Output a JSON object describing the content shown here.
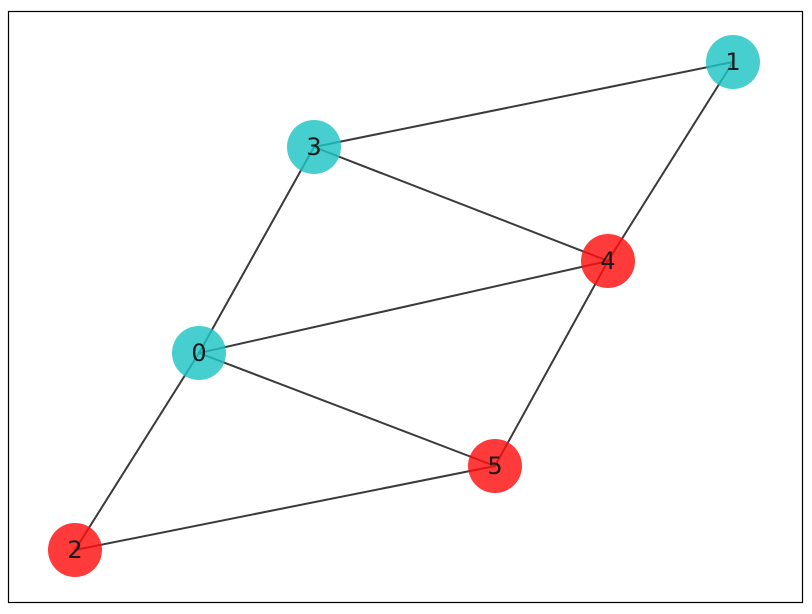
{
  "graph": {
    "colors": {
      "teal": "#1fc4c4",
      "red": "#ff0f0f",
      "edge": "#3a3a3a",
      "frame": "#000000"
    },
    "nodes": [
      {
        "id": "0",
        "label": "0",
        "color": "teal"
      },
      {
        "id": "1",
        "label": "1",
        "color": "teal"
      },
      {
        "id": "2",
        "label": "2",
        "color": "red"
      },
      {
        "id": "3",
        "label": "3",
        "color": "teal"
      },
      {
        "id": "4",
        "label": "4",
        "color": "red"
      },
      {
        "id": "5",
        "label": "5",
        "color": "red"
      }
    ],
    "edges": [
      [
        "3",
        "1"
      ],
      [
        "1",
        "4"
      ],
      [
        "3",
        "4"
      ],
      [
        "3",
        "0"
      ],
      [
        "0",
        "4"
      ],
      [
        "0",
        "5"
      ],
      [
        "4",
        "5"
      ],
      [
        "0",
        "2"
      ],
      [
        "2",
        "5"
      ]
    ]
  }
}
